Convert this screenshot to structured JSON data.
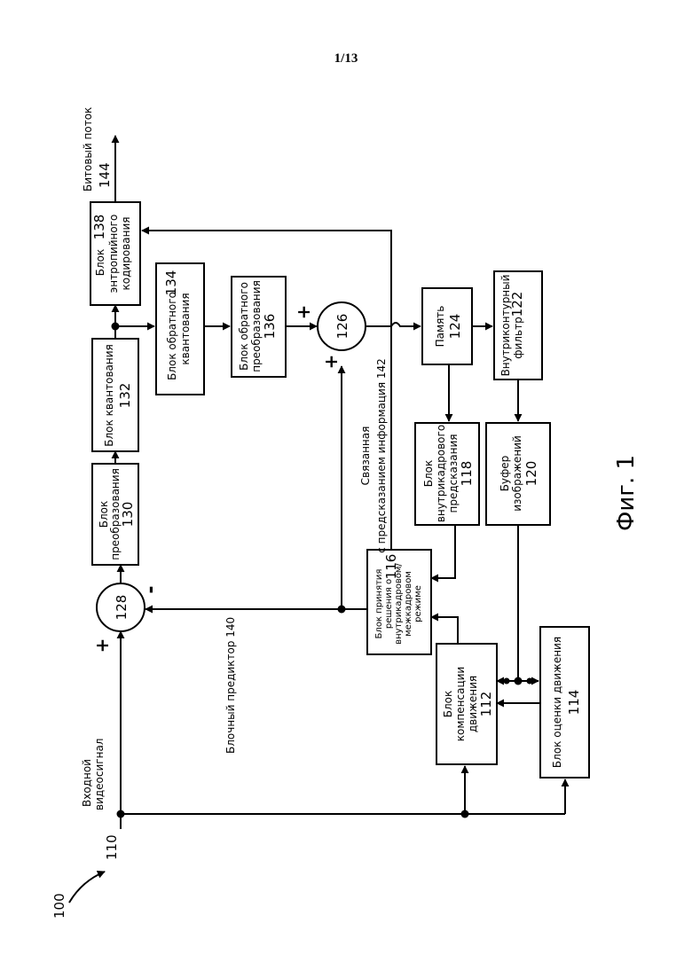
{
  "page_number": "1/13",
  "figure_label": "Фиг. 1",
  "ref_100": "100",
  "input": {
    "label_line1": "Входной",
    "label_line2": "видеосигнал",
    "number": "110"
  },
  "bitstream": {
    "label": "Битовый поток",
    "number": "144"
  },
  "block_predictor": {
    "label": "Блочный предиктор 140"
  },
  "related_info": {
    "line1": "Связанная",
    "line2": "с предсказанием информация 142"
  },
  "adder_128": {
    "number": "128",
    "plus": "+",
    "minus": "-"
  },
  "adder_126": {
    "number": "126",
    "plus_top": "+",
    "plus_left": "+"
  },
  "blocks": {
    "b130": {
      "line1": "Блок",
      "line2": "преобразования",
      "number": "130"
    },
    "b132": {
      "line1": "Блок квантования",
      "number": "132"
    },
    "b134": {
      "line1": "Блок обратного",
      "line2": "квантования",
      "number": "134"
    },
    "b136": {
      "line1": "Блок обратного",
      "line2": "преобразования",
      "number": "136"
    },
    "b138": {
      "line1": "Блок",
      "line2": "энтропийного",
      "line3": "кодирования",
      "number": "138"
    },
    "b124": {
      "line1": "Память",
      "number": "124"
    },
    "b122": {
      "line1": "Внутриконтурный",
      "line2": "фильтр",
      "number": "122"
    },
    "b118": {
      "line1": "Блок",
      "line2": "внутрикадрового",
      "line3": "предсказания",
      "number": "118"
    },
    "b120": {
      "line1": "Буфер",
      "line2": "изображений",
      "number": "120"
    },
    "b116": {
      "line1": "Блок принятия",
      "line2": "решения о",
      "line3": "внутрикадровом/",
      "line4": "межкадровом",
      "line5": "режиме",
      "number": "116"
    },
    "b112": {
      "line1": "Блок",
      "line2": "компенсации",
      "line3": "движения",
      "number": "112"
    },
    "b114": {
      "line1": "Блок оценки движения",
      "number": "114"
    }
  }
}
